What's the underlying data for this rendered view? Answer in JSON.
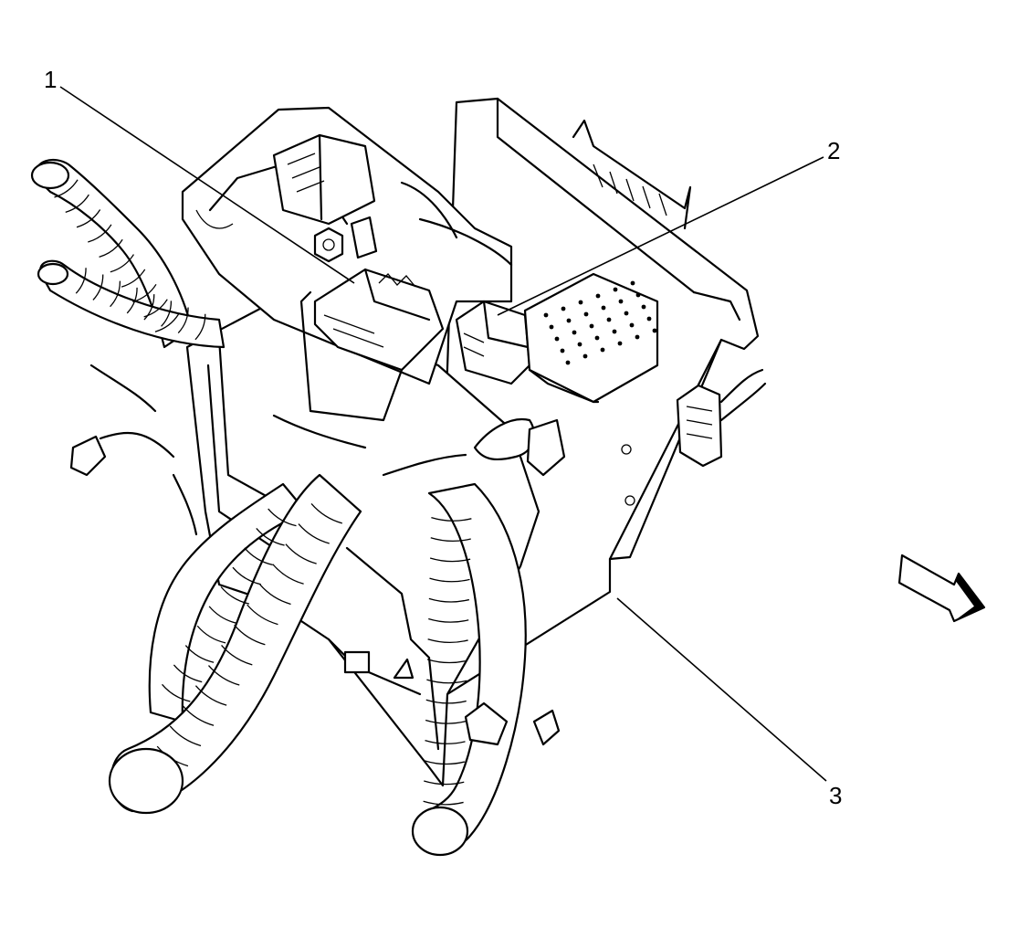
{
  "callouts": [
    {
      "label": "1"
    },
    {
      "label": "2"
    },
    {
      "label": "3"
    }
  ],
  "icons": {
    "direction_arrow": "front-direction-arrow-icon"
  },
  "colors": {
    "line": "#000000",
    "background": "#ffffff"
  }
}
